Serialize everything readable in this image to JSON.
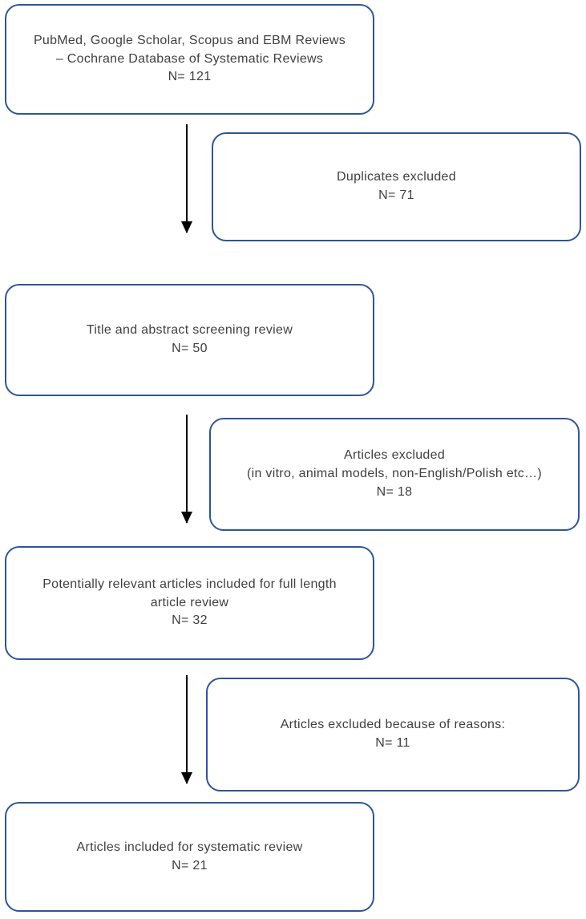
{
  "flow": {
    "colors": {
      "box_border": "#2F5597",
      "text_color": "#3f3f3f",
      "arrow_color": "#000000",
      "bg_color": "#ffffff"
    },
    "boxes": [
      {
        "name": "records-identified",
        "n": 121,
        "text": "PubMed, Google Scholar, Scopus and EBM Reviews\n– Cochrane Database of Systematic Reviews\nN= 121"
      },
      {
        "name": "duplicates-excluded",
        "n": 71,
        "text": "Duplicates excluded\nN= 71"
      },
      {
        "name": "title-abstract-screening",
        "n": 50,
        "text": "Title and abstract screening review\nN= 50"
      },
      {
        "name": "articles-excluded-screening",
        "n": 18,
        "text": "Articles excluded\n(in vitro, animal models, non-English/Polish etc…)\nN= 18"
      },
      {
        "name": "full-length-article-review",
        "n": 32,
        "text": "Potentially relevant articles included for full length\narticle review\nN= 32"
      },
      {
        "name": "articles-excluded-reasons",
        "n": 11,
        "text": "Articles excluded because of reasons:\nN= 11"
      },
      {
        "name": "articles-included",
        "n": 21,
        "text": "Articles included for systematic review\nN= 21"
      }
    ]
  }
}
